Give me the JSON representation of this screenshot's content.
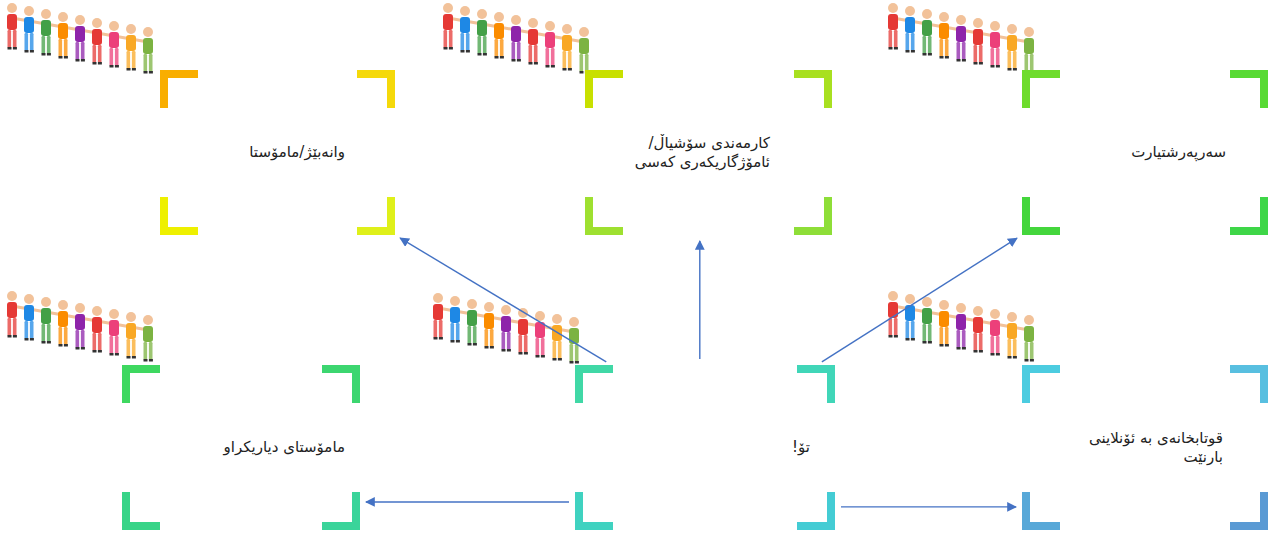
{
  "diagram": {
    "nodes": [
      {
        "text": [
          "سەرپەرشتیارت"
        ]
      },
      {
        "text": [
          "کارمەندی سۆشیاڵ/ئامۆژگاریکەری کەسی"
        ]
      },
      {
        "text": [
          "وانەبێژ/مامۆستا"
        ]
      },
      {
        "text": [
          "قوتابخانەی بە ئۆنلاینی بارنێت"
        ]
      },
      {
        "text": [
          "تۆ!"
        ]
      },
      {
        "text": [
          "مامۆستای دیاریکراو"
        ]
      }
    ],
    "edges": [
      {
        "from": 4,
        "to": 1,
        "arrow": "to"
      },
      {
        "from": 4,
        "to": 5,
        "arrow": "to"
      },
      {
        "from": 4,
        "to": 3,
        "arrow": "to"
      },
      {
        "from": 4,
        "to": 0,
        "arrow": "to"
      },
      {
        "from": 4,
        "to": 2,
        "arrow": "to"
      }
    ]
  }
}
